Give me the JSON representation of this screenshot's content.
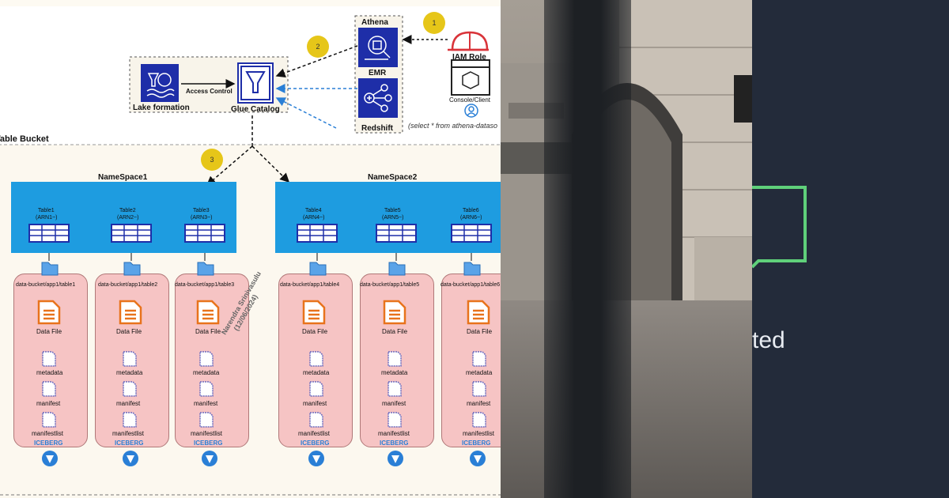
{
  "diagram": {
    "table_bucket_title": "Table Bucket",
    "lake_formation": "Lake formation",
    "access_control": "Access Control",
    "glue_catalog": "Glue Catalog",
    "athena": "Athena",
    "emr": "EMR",
    "redshift": "Redshift",
    "iam_role": "IAM Role",
    "console_client": "Console/Client",
    "query": "(select * from athena-dataso",
    "steps": [
      "1",
      "2",
      "3"
    ],
    "namespaces": [
      "NameSpace1",
      "NameSpace2"
    ],
    "tables": [
      {
        "name": "Table1",
        "arn": "(ARN1~)",
        "path": "data-bucket/app1/table1"
      },
      {
        "name": "Table2",
        "arn": "(ARN2~)",
        "path": "data-bucket/app1/table2"
      },
      {
        "name": "Table3",
        "arn": "(ARN3~)",
        "path": "data-bucket/app1/table3"
      },
      {
        "name": "Table4",
        "arn": "(ARN4~)",
        "path": "data-bucket/app1/table4"
      },
      {
        "name": "Table5",
        "arn": "(ARN5~)",
        "path": "data-bucket/app1/table5"
      },
      {
        "name": "Table6",
        "arn": "(ARN6~)",
        "path": "data-bucket/app1/table6"
      }
    ],
    "file_labels": {
      "data_file": "Data File",
      "metadata": "metadata",
      "manifest": "manifest",
      "manifestlist": "manifestlist"
    },
    "iceberg_label": "ICEBERG",
    "watermark": [
      "Narendra Srinivasulu",
      "(12/06/2024)"
    ]
  },
  "right_panel": {
    "partial_text": "ted",
    "accent_color": "#5fd07a"
  },
  "colors": {
    "namespace_blue": "#1e9ce0",
    "service_icon": "#1e2ea8",
    "file_box": "#f6c4c4",
    "badge": "#e6c619"
  }
}
